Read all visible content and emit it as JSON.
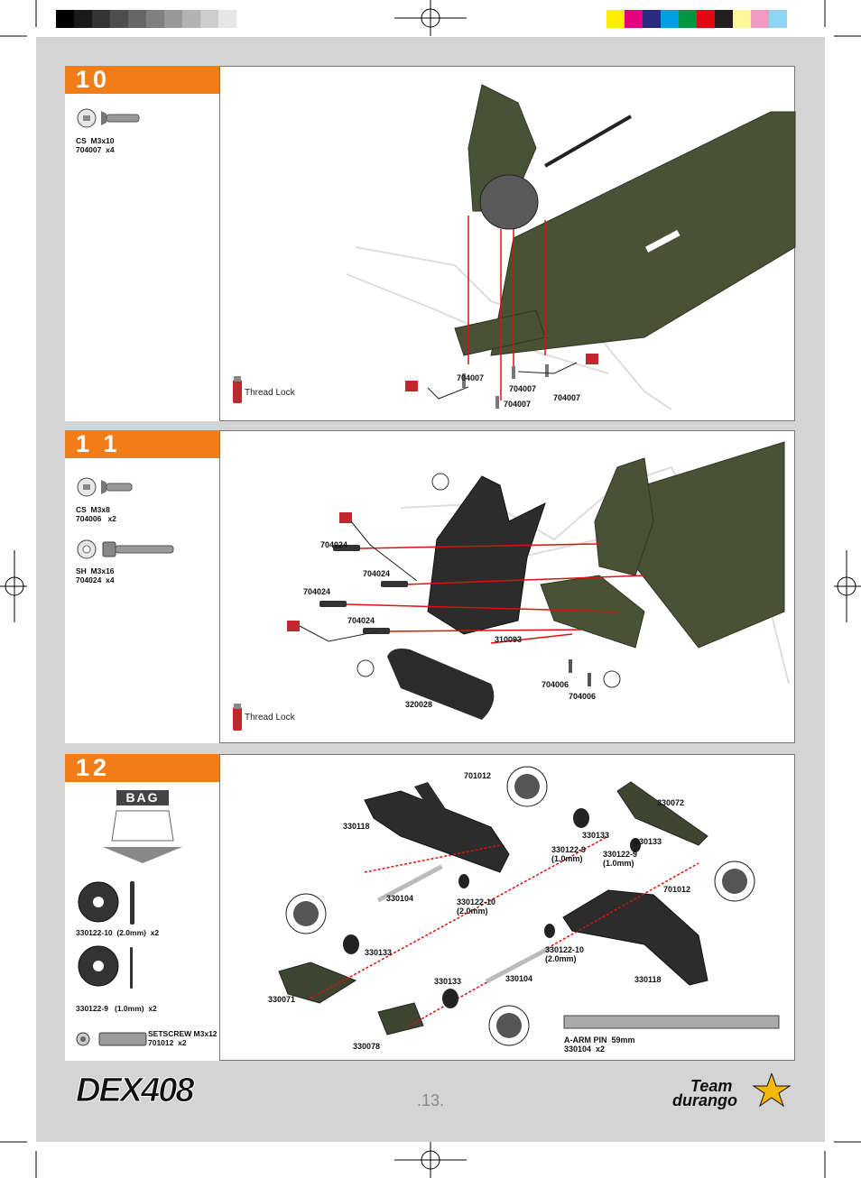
{
  "header": {
    "gray_swatches": [
      "#000000",
      "#1a1a1a",
      "#333333",
      "#4d4d4d",
      "#666666",
      "#808080",
      "#999999",
      "#b3b3b3",
      "#cccccc",
      "#e6e6e6",
      "#ffffff"
    ],
    "color_swatches": [
      "#ffed00",
      "#e5007e",
      "#2b2a83",
      "#009ee3",
      "#00963f",
      "#e30613",
      "#231f20",
      "#fff59b",
      "#f49ac1",
      "#8fd6f5",
      "#ffffff"
    ]
  },
  "colors": {
    "accent": "#f07d18",
    "chassis": "#4a5236",
    "thread_lock": "#c1272d"
  },
  "steps": [
    {
      "number": "10",
      "parts": [
        {
          "icon": "countersunk-screw-icon",
          "label": "CS  M3x10\n704007  x4"
        }
      ],
      "callouts": [
        "704007",
        "704007",
        "704007",
        "704007"
      ],
      "thread_lock": "Thread Lock"
    },
    {
      "number": "1 1",
      "parts": [
        {
          "icon": "countersunk-screw-icon",
          "label": "CS  M3x8\n704006   x2"
        },
        {
          "icon": "socket-head-screw-icon",
          "label": "SH  M3x16\n704024  x4"
        }
      ],
      "callouts": [
        "704024",
        "704024",
        "704024",
        "704024",
        "310093",
        "320028",
        "704006",
        "704006"
      ],
      "thread_lock": "Thread Lock"
    },
    {
      "number": "12",
      "bag_label": "BAG",
      "parts": [
        {
          "icon": "washer-icon",
          "label": "330122-10  (2.0mm)  x2"
        },
        {
          "icon": "washer-icon",
          "label": "330122-9   (1.0mm)  x2"
        },
        {
          "icon": "setscrew-icon",
          "label": "SETSCREW M3x12\n701012  x2"
        }
      ],
      "pin_label": "A-ARM PIN  59mm\n330104  x2",
      "callouts": [
        "701012",
        "330118",
        "330072",
        "330133",
        "330133",
        "330122-9\n(1.0mm)",
        "330122-9\n(1.0mm)",
        "701012",
        "330104",
        "330122-10\n(2.0mm)",
        "330133",
        "330071",
        "330122-10\n(2.0mm)",
        "330133",
        "330104",
        "330118",
        "330078"
      ]
    }
  ],
  "footer": {
    "logo_text": "DEX408",
    "page_number": ".13.",
    "brand_line1": "Team",
    "brand_line2": "durango"
  }
}
